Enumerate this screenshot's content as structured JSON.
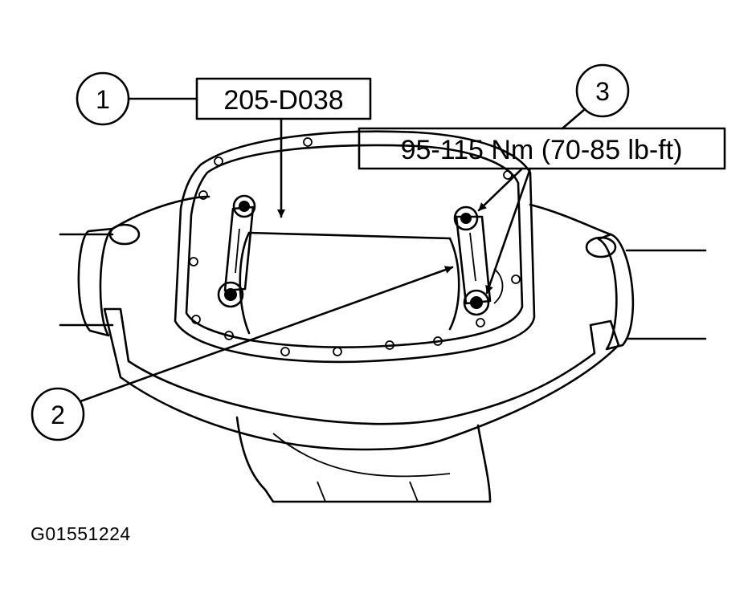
{
  "callouts": {
    "c1": {
      "number": "1",
      "label": "205-D038"
    },
    "c2": {
      "number": "2"
    },
    "c3": {
      "number": "3",
      "label": "95-115 Nm (70-85 lb-ft)"
    }
  },
  "figure_id": "G01551224"
}
